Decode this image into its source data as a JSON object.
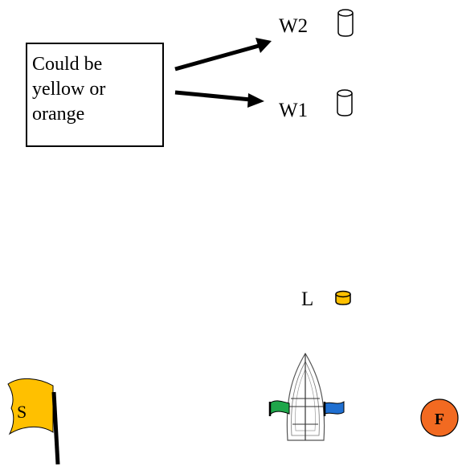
{
  "note": {
    "lines": [
      "Could be",
      "yellow or",
      "orange"
    ]
  },
  "marks": {
    "w2_label": "W2",
    "w1_label": "W1",
    "l_label": "L",
    "start_label": "S",
    "finish_label": "F"
  },
  "colors": {
    "yellow_orange": "#FFC000",
    "finish_orange": "#F26A21",
    "green_flag": "#1FA64A",
    "blue_flag": "#1F6FD1"
  }
}
